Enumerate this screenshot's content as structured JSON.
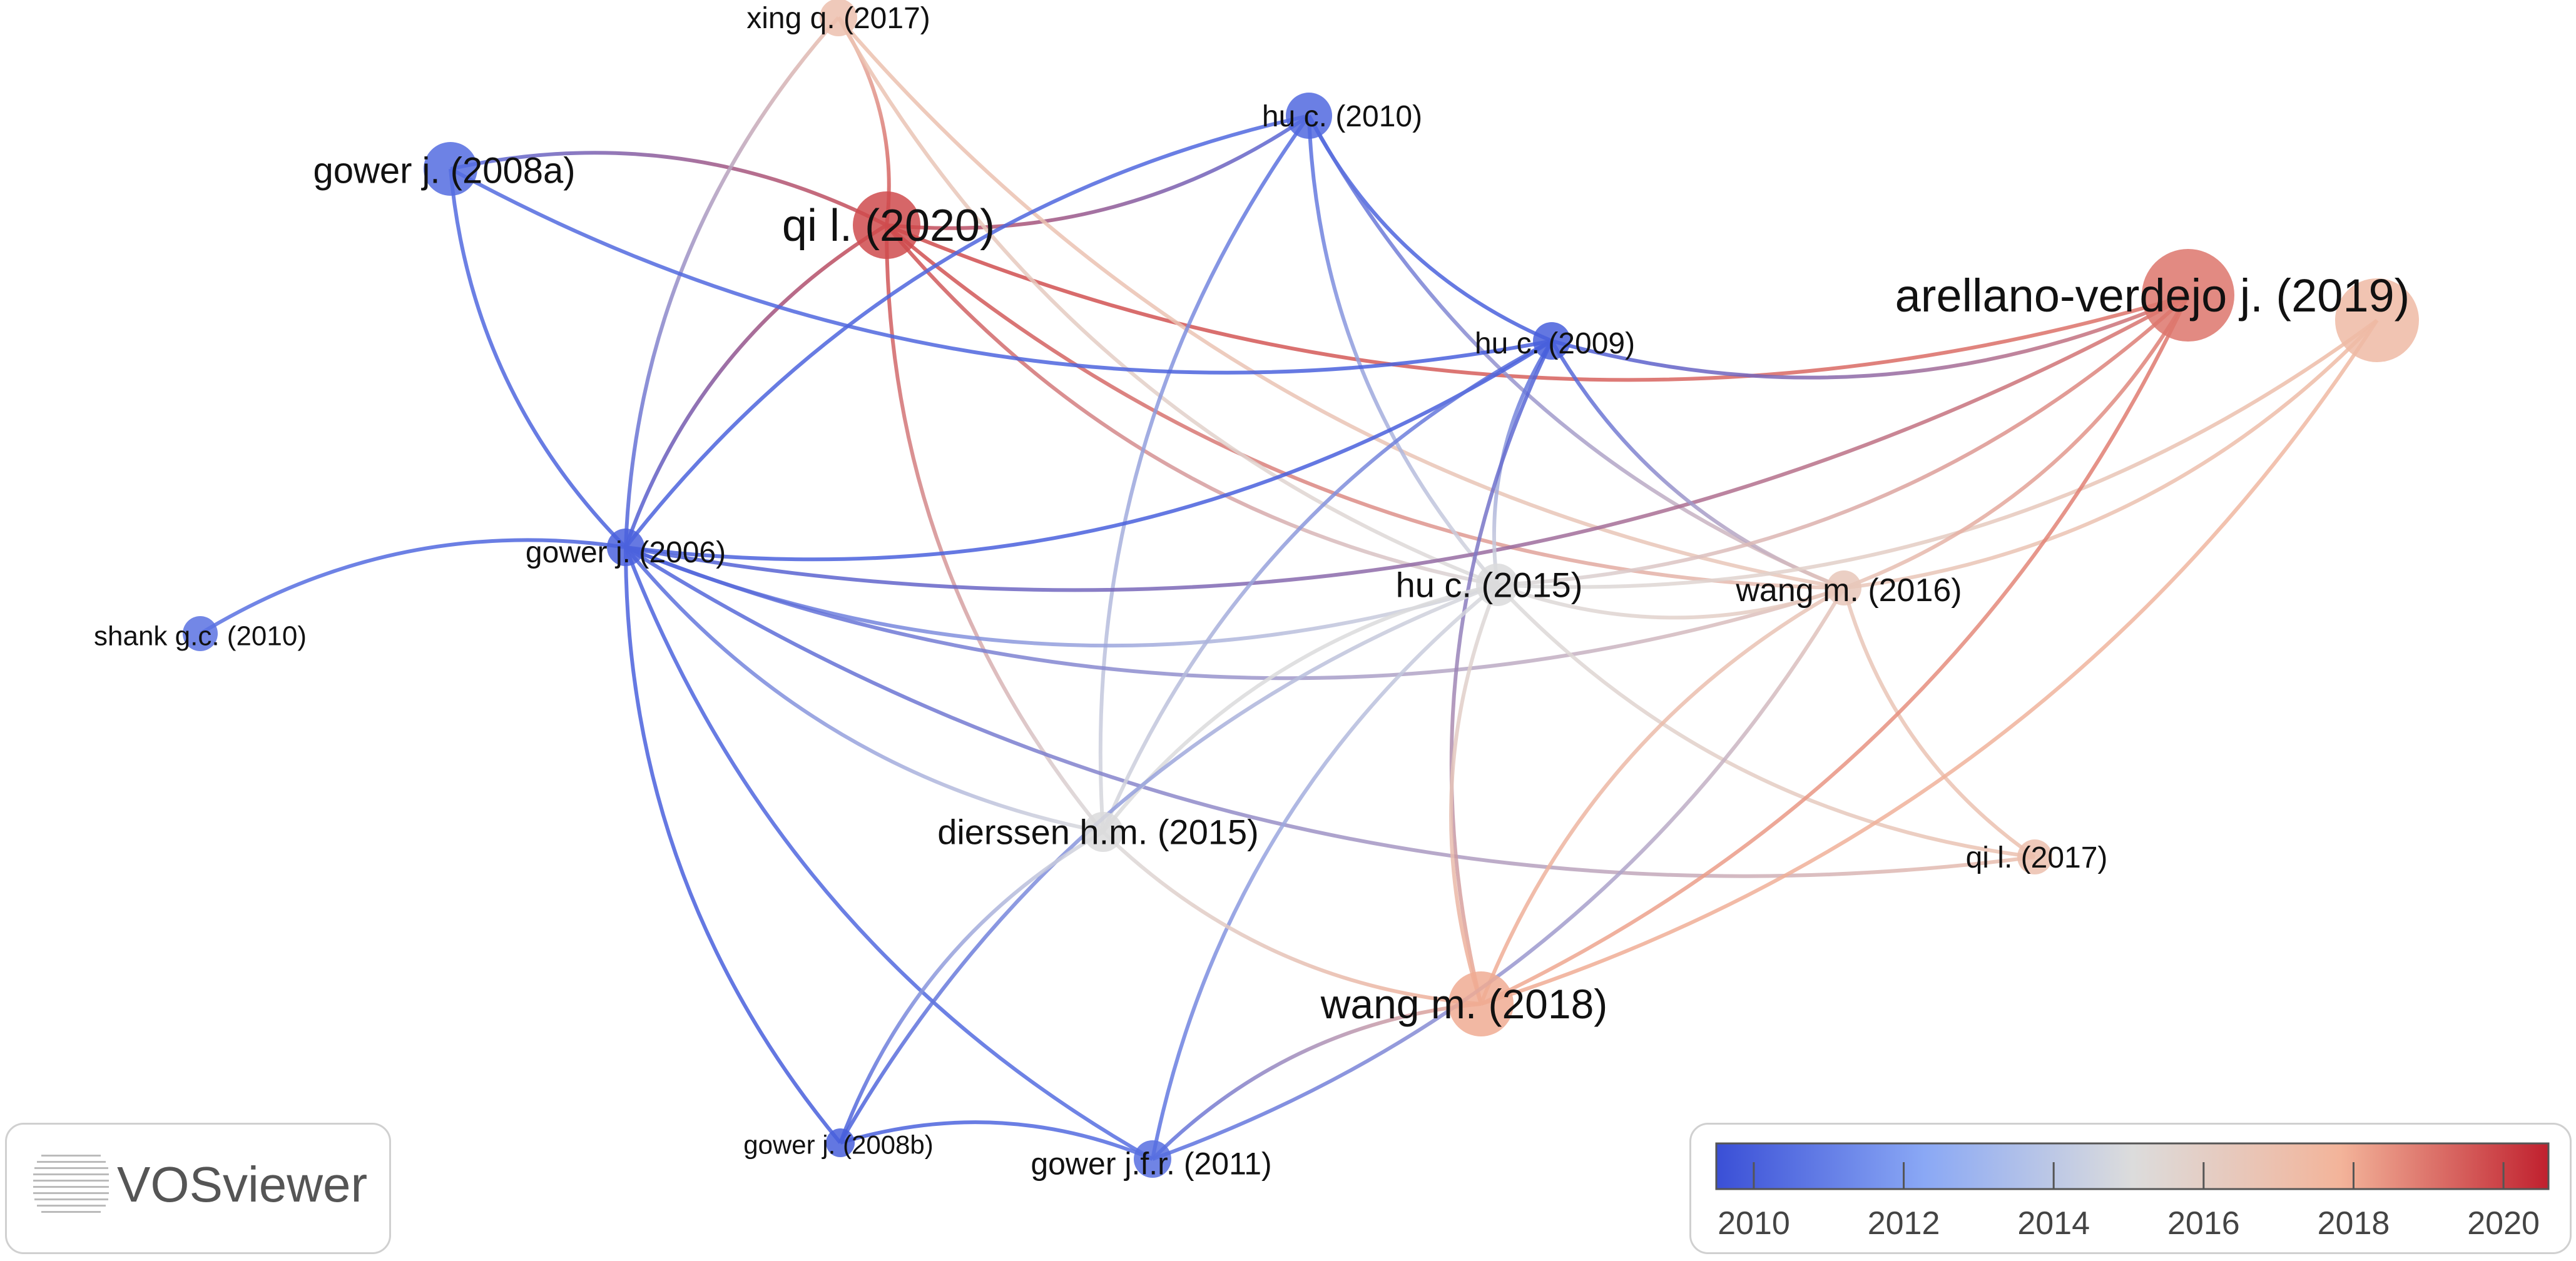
{
  "app": {
    "name": "VOSviewer"
  },
  "nodes": [
    {
      "id": "xing2017",
      "label": "xing q. (2017)",
      "year": 2017.0,
      "weight": 1.0
    },
    {
      "id": "hu2010",
      "label": "hu c. (2010)",
      "year": 2010.3,
      "weight": 1.3
    },
    {
      "id": "gower2008a",
      "label": "gower j. (2008a)",
      "year": 2010.4,
      "weight": 1.6
    },
    {
      "id": "qi2020",
      "label": "qi l. (2020)",
      "year": 2019.8,
      "weight": 2.1
    },
    {
      "id": "arellano2019",
      "label": "arellano-verdejo j. (2019)",
      "year": 2019.0,
      "weight": 3.0
    },
    {
      "id": "arellanoB",
      "label": "",
      "year": 2017.4,
      "weight": 2.7
    },
    {
      "id": "hu2009",
      "label": "hu c. (2009)",
      "year": 2010.0,
      "weight": 1.0
    },
    {
      "id": "gower2006",
      "label": "gower j. (2006)",
      "year": 2010.1,
      "weight": 1.0
    },
    {
      "id": "shank2010",
      "label": "shank g.c. (2010)",
      "year": 2010.6,
      "weight": 0.9
    },
    {
      "id": "hu2015",
      "label": "hu c. (2015)",
      "year": 2015.0,
      "weight": 1.2
    },
    {
      "id": "wang2016",
      "label": "wang m. (2016)",
      "year": 2016.5,
      "weight": 0.9
    },
    {
      "id": "dierssen2015",
      "label": "dierssen h.m. (2015)",
      "year": 2015.0,
      "weight": 1.1
    },
    {
      "id": "qi2017",
      "label": "qi l. (2017)",
      "year": 2017.0,
      "weight": 0.9
    },
    {
      "id": "wang2018",
      "label": "wang m. (2018)",
      "year": 2018.0,
      "weight": 2.0
    },
    {
      "id": "gower2008b",
      "label": "gower j. (2008b)",
      "year": 2010.0,
      "weight": 0.7
    },
    {
      "id": "gower2011",
      "label": "gower j.f.r. (2011)",
      "year": 2010.5,
      "weight": 1.0
    }
  ],
  "links": [
    [
      "qi2020",
      "xing2017"
    ],
    [
      "qi2020",
      "hu2010"
    ],
    [
      "qi2020",
      "gower2008a"
    ],
    [
      "qi2020",
      "gower2006"
    ],
    [
      "qi2020",
      "hu2015"
    ],
    [
      "qi2020",
      "wang2016"
    ],
    [
      "qi2020",
      "arellano2019"
    ],
    [
      "qi2020",
      "dierssen2015"
    ],
    [
      "xing2017",
      "gower2006"
    ],
    [
      "xing2017",
      "wang2016"
    ],
    [
      "xing2017",
      "hu2015"
    ],
    [
      "hu2010",
      "gower2006"
    ],
    [
      "hu2010",
      "hu2009"
    ],
    [
      "hu2010",
      "hu2015"
    ],
    [
      "hu2010",
      "wang2016"
    ],
    [
      "hu2010",
      "dierssen2015"
    ],
    [
      "gower2008a",
      "gower2006"
    ],
    [
      "gower2008a",
      "hu2009"
    ],
    [
      "gower2006",
      "hu2009"
    ],
    [
      "gower2006",
      "shank2010"
    ],
    [
      "gower2006",
      "hu2015"
    ],
    [
      "gower2006",
      "wang2016"
    ],
    [
      "gower2006",
      "dierssen2015"
    ],
    [
      "gower2006",
      "gower2008b"
    ],
    [
      "gower2006",
      "gower2011"
    ],
    [
      "gower2006",
      "arellano2019"
    ],
    [
      "gower2006",
      "qi2017"
    ],
    [
      "hu2009",
      "hu2015"
    ],
    [
      "hu2009",
      "wang2018"
    ],
    [
      "hu2009",
      "arellano2019"
    ],
    [
      "hu2009",
      "wang2016"
    ],
    [
      "hu2009",
      "dierssen2015"
    ],
    [
      "hu2015",
      "dierssen2015"
    ],
    [
      "hu2015",
      "wang2018"
    ],
    [
      "hu2015",
      "arellano2019"
    ],
    [
      "hu2015",
      "qi2017"
    ],
    [
      "hu2015",
      "gower2011"
    ],
    [
      "hu2015",
      "gower2008b"
    ],
    [
      "hu2015",
      "wang2016"
    ],
    [
      "hu2015",
      "arellanoB"
    ],
    [
      "wang2016",
      "arellanoB"
    ],
    [
      "wang2016",
      "qi2017"
    ],
    [
      "wang2016",
      "wang2018"
    ],
    [
      "wang2016",
      "arellano2019"
    ],
    [
      "dierssen2015",
      "wang2018"
    ],
    [
      "dierssen2015",
      "gower2008b"
    ],
    [
      "wang2018",
      "arellano2019"
    ],
    [
      "wang2018",
      "gower2011"
    ],
    [
      "wang2018",
      "arellanoB"
    ],
    [
      "gower2011",
      "gower2008b"
    ],
    [
      "gower2011",
      "wang2016"
    ]
  ],
  "color_scale": {
    "min_year": 2009.5,
    "max_year": 2020.6,
    "ticks": [
      "2010",
      "2012",
      "2014",
      "2016",
      "2018",
      "2020"
    ],
    "stops": [
      "#3a4fd6",
      "#8aa8f5",
      "#dcdcdc",
      "#f3b49a",
      "#c0202e"
    ]
  }
}
